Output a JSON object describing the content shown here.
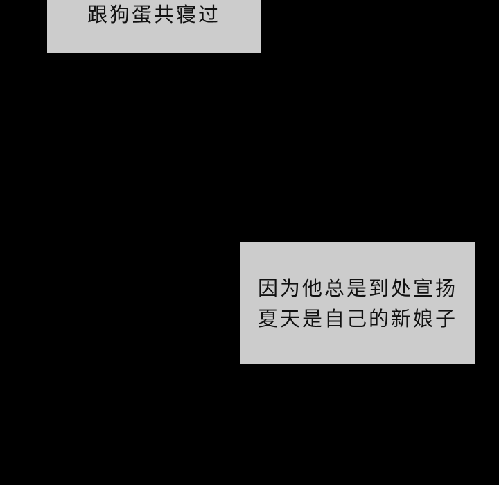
{
  "panel": {
    "background_color": "#000000",
    "box_color": "#cccccc",
    "text_color": "#111111"
  },
  "captions": [
    {
      "lines": [
        "跟狗蛋共寝过"
      ]
    },
    {
      "lines": [
        "因为他总是到处宣扬",
        "夏天是自己的新娘子"
      ]
    }
  ]
}
